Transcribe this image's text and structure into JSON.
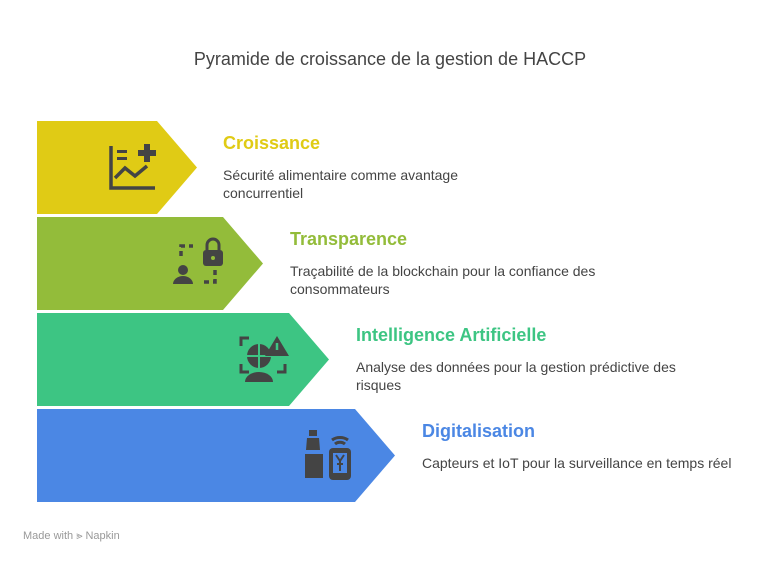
{
  "title": "Pyramide de croissance de la gestion de HACCP",
  "levels": [
    {
      "title": "Croissance",
      "description": "Sécurité alimentaire comme avantage concurrentiel",
      "color": "#E0CB15",
      "icon": "growth-chart-plus-icon"
    },
    {
      "title": "Transparence",
      "description": "Traçabilité de la blockchain pour la confiance des consommateurs",
      "color": "#93BC3A",
      "icon": "user-lock-icon"
    },
    {
      "title": "Intelligence Artificielle",
      "description": "Analyse des données pour la gestion prédictive des risques",
      "color": "#3DC583",
      "icon": "risk-analysis-icon"
    },
    {
      "title": "Digitalisation",
      "description": "Capteurs et IoT pour la surveillance en temps réel",
      "color": "#4B87E4",
      "icon": "sensor-phone-icon"
    }
  ],
  "footer": "Made with ⪢ Napkin"
}
